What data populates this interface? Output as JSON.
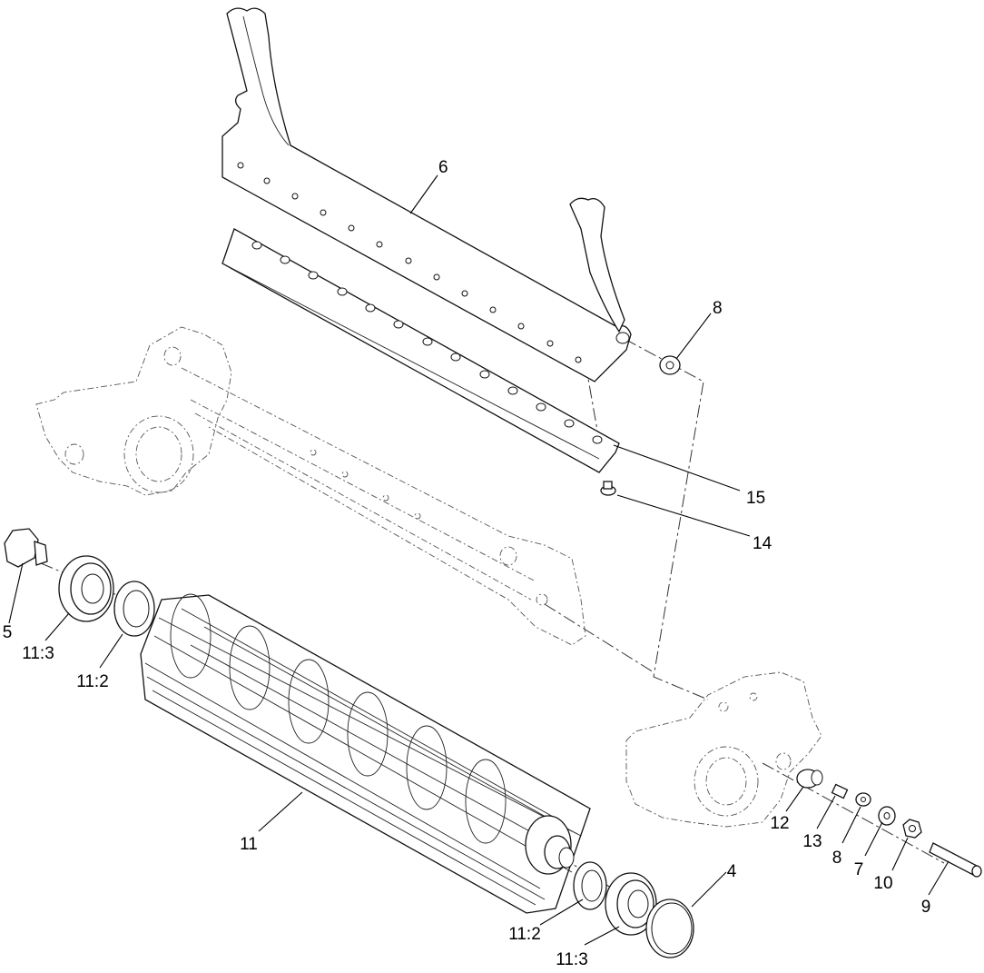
{
  "diagram": {
    "callouts": [
      {
        "id": "c6",
        "label": "6"
      },
      {
        "id": "c8a",
        "label": "8"
      },
      {
        "id": "c15",
        "label": "15"
      },
      {
        "id": "c14",
        "label": "14"
      },
      {
        "id": "c5",
        "label": "5"
      },
      {
        "id": "c113a",
        "label": "11:3"
      },
      {
        "id": "c112a",
        "label": "11:2"
      },
      {
        "id": "c11",
        "label": "11"
      },
      {
        "id": "c112b",
        "label": "11:2"
      },
      {
        "id": "c113b",
        "label": "11:3"
      },
      {
        "id": "c4",
        "label": "4"
      },
      {
        "id": "c12",
        "label": "12"
      },
      {
        "id": "c13",
        "label": "13"
      },
      {
        "id": "c8b",
        "label": "8"
      },
      {
        "id": "c7",
        "label": "7"
      },
      {
        "id": "c10",
        "label": "10"
      },
      {
        "id": "c9",
        "label": "9"
      }
    ]
  }
}
